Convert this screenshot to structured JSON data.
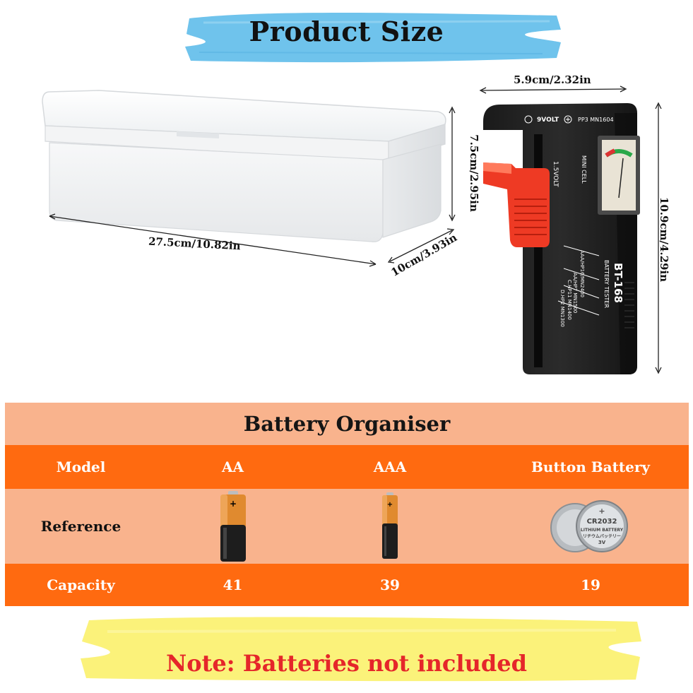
{
  "header": {
    "title": "Product Size"
  },
  "dimensions": {
    "box_length": "27.5cm/10.82in",
    "box_height": "7.5cm/2.95in",
    "box_width": "10cm/3.93in",
    "tester_width": "5.9cm/2.32in",
    "tester_height": "10.9cm/4.29in"
  },
  "tester_labels": {
    "model": "BT-168",
    "subtitle": "BATTERY TESTER",
    "volt9": "9VOLT",
    "pp3": "PP3 MN1604",
    "volt15": "1.5VOLT",
    "mini_cell": "MINI CELL",
    "aaa": "AAA/HP16/MN2400",
    "aa": "AA/HP7 MN1500",
    "c": "C.HP11 MN1400",
    "d": "D.HP2 MN1300"
  },
  "table": {
    "title": "Battery Organiser",
    "headers": [
      "Model",
      "AA",
      "AAA",
      "Button Battery"
    ],
    "reference_label": "Reference",
    "capacity_label": "Capacity",
    "capacities": [
      "41",
      "39",
      "19"
    ],
    "coin_cell": {
      "model": "CR2032",
      "text": "LITHIUM BATTERY",
      "jp": "リチウムバッテリー",
      "volt": "3V"
    }
  },
  "note": {
    "text": "Note: Batteries not included"
  },
  "colors": {
    "brush_blue": "#6fc3ec",
    "brush_yellow": "#fbf27a",
    "table_orange": "#ff6a10",
    "table_peach": "#f9b38d",
    "note_red": "#e5262a"
  }
}
